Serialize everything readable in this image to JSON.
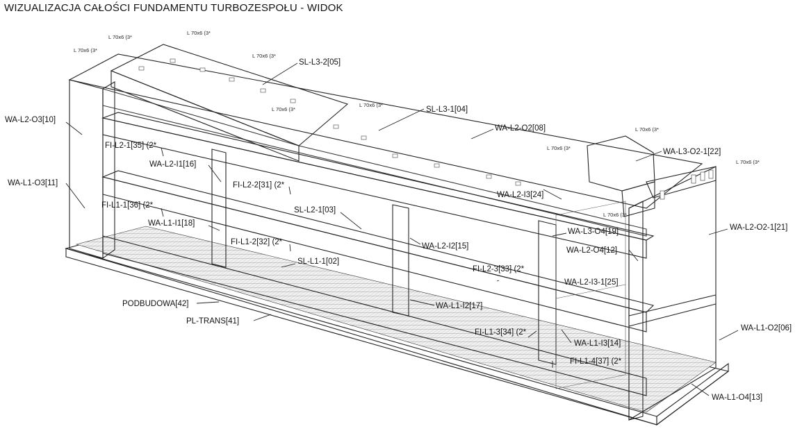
{
  "title": "WIZUALIZACJA CAŁOŚCI FUNDAMENTU TURBOZESPOŁU - WIDOK",
  "labels": {
    "wa_l2_o3": "WA-L2-O3[10]",
    "wa_l1_o3": "WA-L1-O3[11]",
    "fi_l2_1": "FI-L2-1[35] (2*",
    "wa_l2_i1": "WA-L2-I1[16]",
    "fi_l1_1": "FI-L1-1[36] (2*",
    "wa_l1_i1": "WA-L1-I1[18]",
    "fi_l2_2": "FI-L2-2[31] (2*",
    "sl_l2_1": "SL-L2-1[03]",
    "fi_l1_2": "FI-L1-2[32] (2*",
    "sl_l1_1": "SL-L1-1[02]",
    "sl_l3_2": "SL-L3-2[05]",
    "sl_l3_1": "SL-L3-1[04]",
    "wa_l2_o2": "WA-L2-O2[08]",
    "wa_l3_o2_1": "WA-L3-O2-1[22]",
    "wa_l2_i3": "WA-L2-I3[24]",
    "wa_l3_o4": "WA-L3-O4[19]",
    "wa_l2_o4": "WA-L2-O4[12]",
    "wa_l2_i3_1": "WA-L2-I3-1[25]",
    "wa_l2_i2": "WA-L2-I2[15]",
    "fi_l2_3": "FI-L2-3[33] (2*",
    "wa_l1_i2": "WA-L1-I2[17]",
    "fi_l1_3": "FI-L1-3[34] (2*",
    "wa_l1_i3": "WA-L1-I3[14]",
    "fi_l1_4": "FI-L1-4[37] (2*",
    "wa_l2_o2_1": "WA-L2-O2-1[21]",
    "wa_l1_o2": "WA-L1-O2[06]",
    "wa_l1_o4": "WA-L1-O4[13]",
    "podbudowa": "PODBUDOWA[42]",
    "pl_trans": "PL-TRANS[41]",
    "angle": "L 70x6 (3*"
  }
}
